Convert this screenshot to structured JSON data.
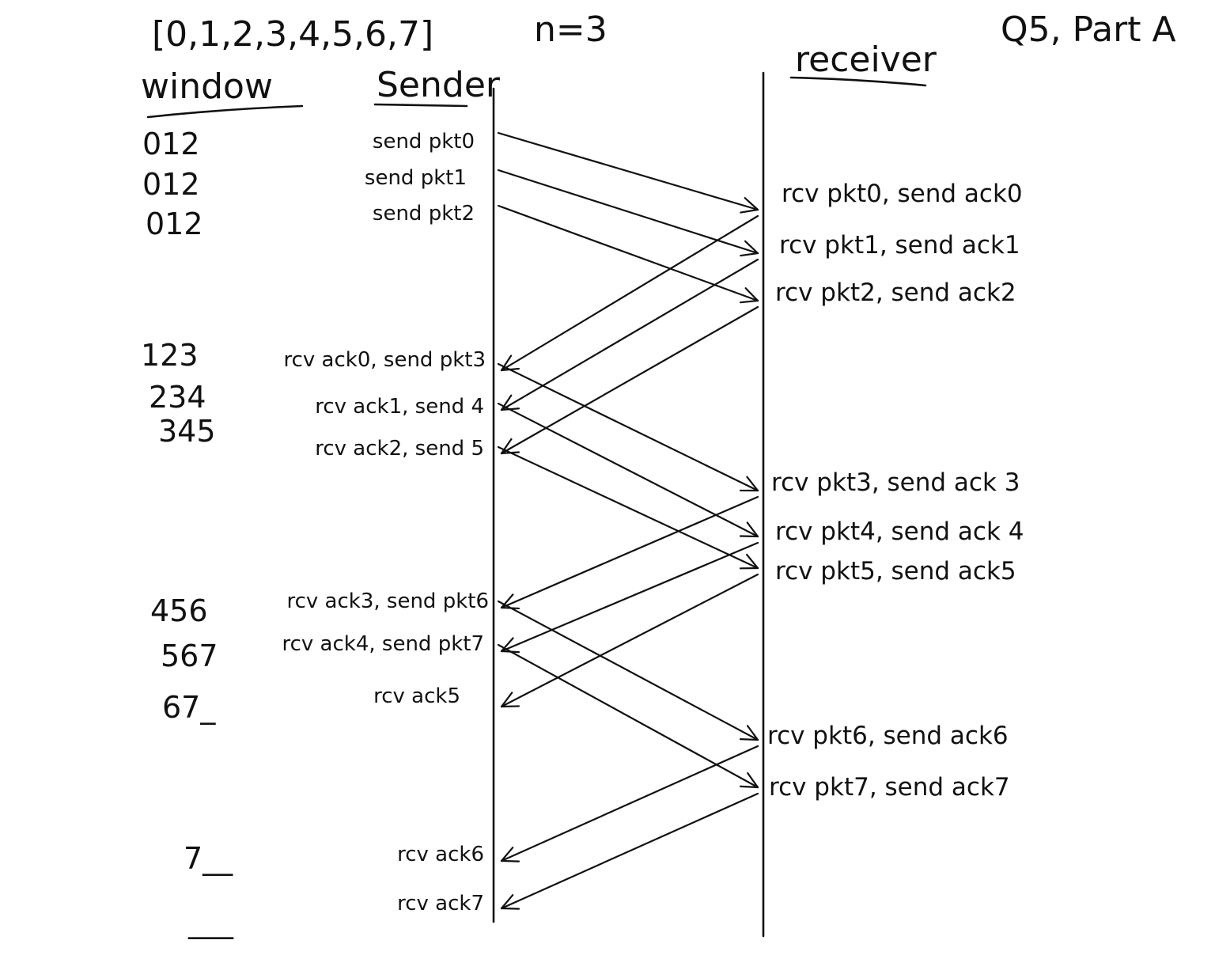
{
  "header": {
    "sequence": "[0,1,2,3,4,5,6,7]",
    "n": "n=3",
    "title": "Q5, Part A"
  },
  "columns": {
    "window": "window",
    "sender": "Sender",
    "receiver": "receiver"
  },
  "windows": [
    "012",
    "012",
    "012",
    "123",
    "234",
    "345",
    "456",
    "567",
    "67_",
    "7__",
    "___"
  ],
  "sender_events": [
    "send pkt0",
    "send pkt1",
    "send pkt2",
    "rcv ack0, send pkt3",
    "rcv ack1, send 4",
    "rcv ack2, send 5",
    "rcv ack3, send pkt6",
    "rcv ack4, send pkt7",
    "rcv ack5",
    "rcv ack6",
    "rcv ack7"
  ],
  "receiver_events": [
    "rcv pkt0, send ack0",
    "rcv pkt1, send ack1",
    "rcv pkt2, send ack2",
    "rcv pkt3, send ack 3",
    "rcv pkt4, send ack 4",
    "rcv pkt5, send ack5",
    "rcv pkt6, send ack6",
    "rcv pkt7, send ack7"
  ],
  "packet_arrows": [
    {
      "from_event": 0,
      "to_event": 0
    },
    {
      "from_event": 1,
      "to_event": 1
    },
    {
      "from_event": 2,
      "to_event": 2
    },
    {
      "from_event": 3,
      "to_event": 3
    },
    {
      "from_event": 4,
      "to_event": 4
    },
    {
      "from_event": 5,
      "to_event": 5
    },
    {
      "from_event": 6,
      "to_event": 6
    },
    {
      "from_event": 7,
      "to_event": 7
    }
  ],
  "ack_arrows": [
    {
      "from_event": 0,
      "to_event": 3
    },
    {
      "from_event": 1,
      "to_event": 4
    },
    {
      "from_event": 2,
      "to_event": 5
    },
    {
      "from_event": 3,
      "to_event": 6
    },
    {
      "from_event": 4,
      "to_event": 7
    },
    {
      "from_event": 5,
      "to_event": 8
    },
    {
      "from_event": 6,
      "to_event": 9
    },
    {
      "from_event": 7,
      "to_event": 10
    }
  ]
}
